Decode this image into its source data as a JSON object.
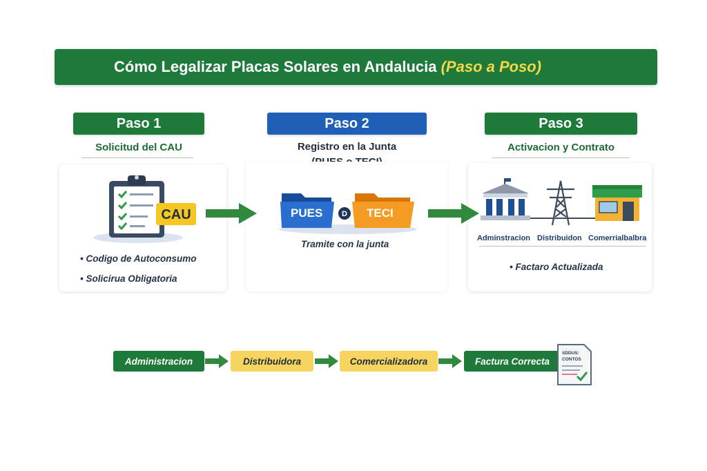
{
  "header": {
    "title": "Cómo Legalizar Placas Solares en Andalucia",
    "title_accent": "(Paso a Poso)"
  },
  "steps": [
    {
      "label": "Paso 1",
      "subtitle": "Solicitud del CAU",
      "badge": "CAU",
      "bullets": [
        "• Codigo de Autoconsumo",
        "• Solicirua Obligatoria"
      ]
    },
    {
      "label": "Paso 2",
      "subtitle_line1": "Registro en la Junta",
      "subtitle_line2": "(PUES o TECI)",
      "folder_left": "PUES",
      "connector": "D",
      "folder_right": "TECI",
      "caption": "Tramite con la junta"
    },
    {
      "label": "Paso 3",
      "subtitle": "Activacion y Contrato",
      "icon_labels": [
        "Adminstracion",
        "Distribuidon",
        "Comerrialbalbra"
      ],
      "bullet": "• Factaro Actualizada"
    }
  ],
  "flow": {
    "items": [
      "Administracion",
      "Distribuidora",
      "Comercializadora",
      "Factura Correcta"
    ],
    "document_text": [
      "SDDUS:",
      "CONTOS"
    ]
  },
  "colors": {
    "green": "#1d7a3a",
    "blue": "#1f5fb8",
    "yellow": "#f7d560",
    "orange": "#f59a23",
    "accent": "#f7d74a"
  },
  "icons": [
    "clipboard-checklist-icon",
    "folder-icon",
    "government-building-icon",
    "power-tower-icon",
    "shop-icon",
    "document-check-icon"
  ]
}
